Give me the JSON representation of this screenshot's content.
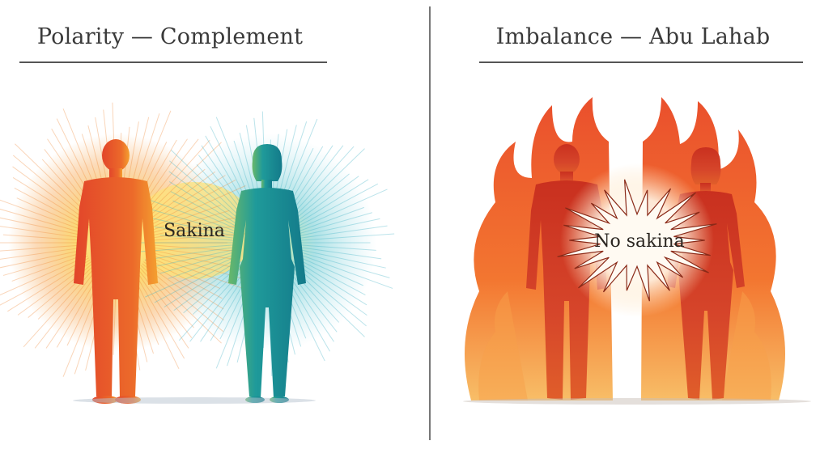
{
  "left": {
    "title": "Polarity — Complement",
    "center_label": "Sakina",
    "colors": {
      "male": "#e2532a",
      "female": "#1a8a98",
      "glow": "#f7c62a"
    }
  },
  "right": {
    "title": "Imbalance — Abu Lahab",
    "center_label": "No sakina",
    "colors": {
      "flame": "#f0601e",
      "figure": "#c53a22",
      "burst": "#fff8ee"
    }
  }
}
